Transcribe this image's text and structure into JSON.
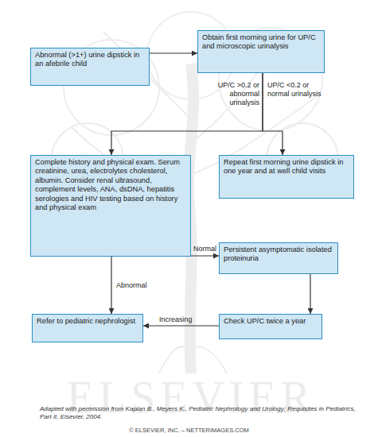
{
  "diagram": {
    "caption": "Adapted with permission from Kaplan B., Meyers K., Pediatric Nephrology and Urology; Requisites in Pediatrics, Part II, Elsevier, 2004.",
    "nodes": [
      {
        "text": [
          "Abnormal (>1+) urine dipstick in an afebrile child"
        ]
      },
      {
        "text": [
          "Obtain first morning urine for UP/C and microscopic urinalysis"
        ]
      },
      {
        "text": [
          "Complete history and physical exam. Serum creatinine, urea, electrolytes cholesterol, albumin. Consider renal ultrasound, complement levels, ANA, dsDNA, hepatitis serologies and HIV testing based on history and physical exam"
        ]
      },
      {
        "text": [
          "Repeat first morning urine dipstick in one year and at well child visits"
        ]
      },
      {
        "text": [
          "Persistent asymptomatic isolated proteinuria"
        ]
      },
      {
        "text": [
          "Refer to pediatric nephrologist"
        ]
      },
      {
        "text": [
          "Check UP/C twice a year"
        ]
      }
    ],
    "edges": [
      {
        "from": 0,
        "to": 1,
        "arrow": "to"
      },
      {
        "from": 1,
        "to": 2,
        "label": "UP/C >0.2 or abnormal urinalysis",
        "arrow": "to"
      },
      {
        "from": 1,
        "to": 3,
        "label": "UP/C <0.2 or normal urinalysis",
        "arrow": "to"
      },
      {
        "from": 2,
        "to": 4,
        "label": "Normal",
        "arrow": "to"
      },
      {
        "from": 2,
        "to": 5,
        "label": "Abnormal",
        "arrow": "to"
      },
      {
        "from": 4,
        "to": 6,
        "arrow": "to"
      },
      {
        "from": 6,
        "to": 5,
        "label": "Increasing",
        "arrow": "to"
      }
    ],
    "labels": [
      "ELSEVIER",
      "© ELSEVIER, INC. – NETTERIMAGES.COM"
    ]
  }
}
